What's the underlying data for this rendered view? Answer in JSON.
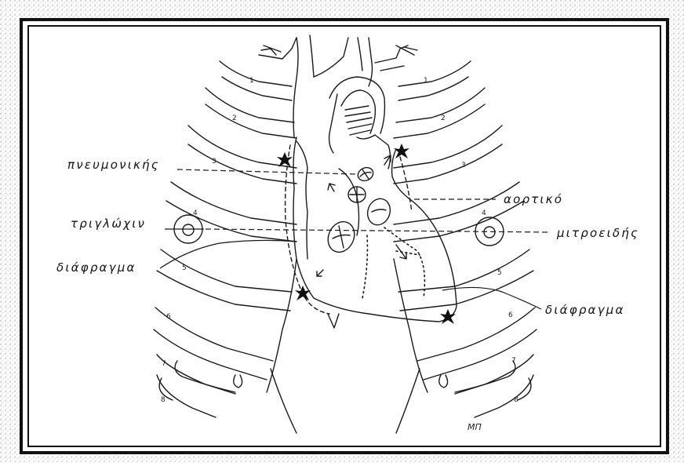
{
  "labels": {
    "pneumonikis": "πνευμονικής",
    "trigloxin": "τριγλώχιν",
    "diafragma_left": "διάφραγμα",
    "aortiko": "αορτικό",
    "mitroeidis": "μιτροειδής",
    "diafragma_right": "διάφραγμα"
  },
  "rib_numbers_left": [
    "1",
    "2",
    "3",
    "4",
    "5",
    "6",
    "7",
    "8"
  ],
  "rib_numbers_right": [
    "1",
    "2",
    "3",
    "4",
    "5",
    "6",
    "7",
    "8"
  ],
  "signature": "ΜΠ",
  "colors": {
    "ink": "#1a1a1a",
    "frame": "#111111",
    "paper": "#ffffff"
  }
}
